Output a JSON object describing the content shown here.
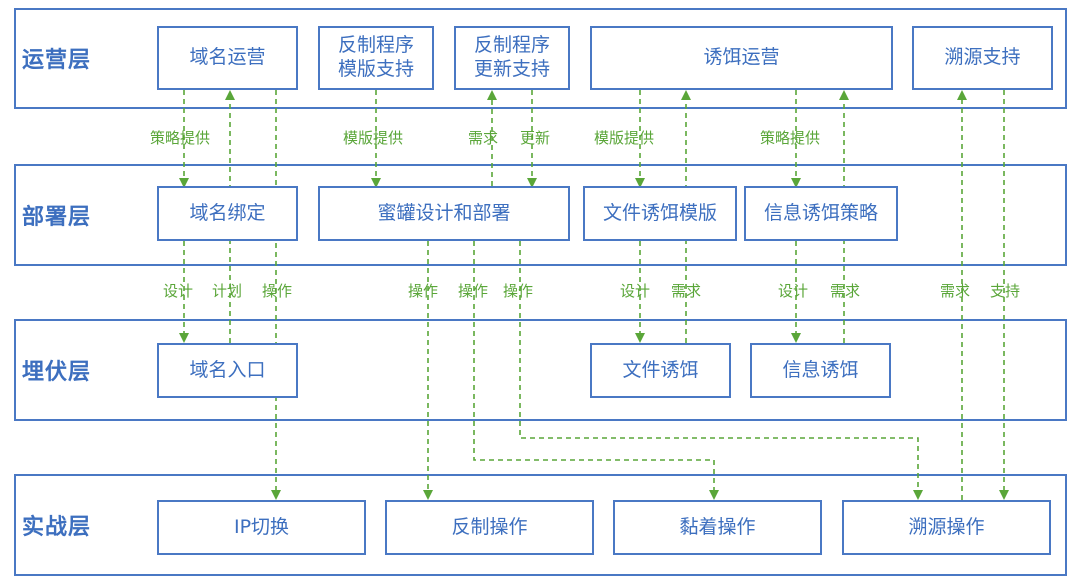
{
  "layers": {
    "ops": "运营层",
    "deploy": "部署层",
    "embed": "埋伏层",
    "combat": "实战层"
  },
  "nodes": {
    "domain_ops": "域名运营",
    "counter_tpl": "反制程序\n模版支持",
    "counter_upd": "反制程序\n更新支持",
    "lure_ops": "诱饵运营",
    "trace_support": "溯源支持",
    "domain_bind": "域名绑定",
    "honeypot": "蜜罐设计和部署",
    "file_lure_tpl": "文件诱饵模版",
    "info_lure_strategy": "信息诱饵策略",
    "domain_entry": "域名入口",
    "file_lure": "文件诱饵",
    "info_lure": "信息诱饵",
    "ip_switch": "IP切换",
    "counter_op": "反制操作",
    "sticky_op": "黏着操作",
    "trace_op": "溯源操作"
  },
  "labels": {
    "strategy1": "策略提供",
    "tpl1": "模版提供",
    "need1": "需求",
    "update1": "更新",
    "tpl2": "模版提供",
    "strategy2": "策略提供",
    "design1": "设计",
    "plan1": "计划",
    "op1": "操作",
    "op2": "操作",
    "op3": "操作",
    "op4": "操作",
    "design2": "设计",
    "need2": "需求",
    "design3": "设计",
    "need3": "需求",
    "need4": "需求",
    "support1": "支持"
  },
  "colors": {
    "box_border": "#4a78c4",
    "text_blue": "#3d6fbf",
    "arrow_green": "#5aa639"
  }
}
